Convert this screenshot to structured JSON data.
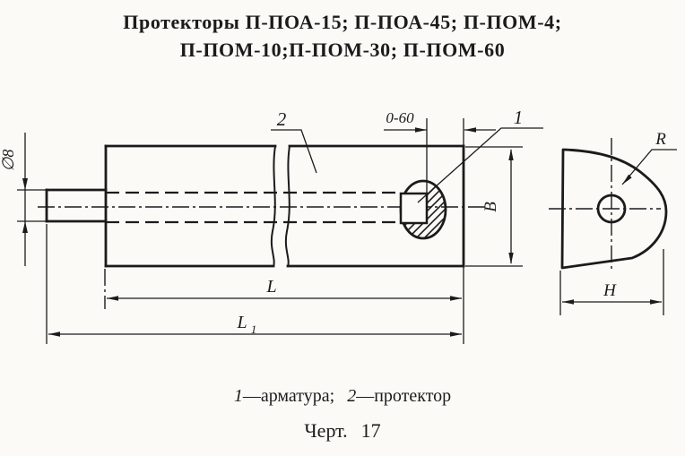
{
  "title": {
    "line1": "Протекторы П-ПОА-15; П-ПОА-45; П-ПОМ-4;",
    "line2": "П-ПОМ-10;П-ПОМ-30; П-ПОМ-60"
  },
  "drawing": {
    "labels": {
      "diameter": "∅8",
      "gap_range": "0-60",
      "callout_armature": "1",
      "callout_protector": "2",
      "width": "B",
      "length": "L",
      "length_total": "L",
      "length_total_sub": "1",
      "radius": "R",
      "height": "H"
    }
  },
  "caption": {
    "item1_num": "1",
    "item1_text": "—арматура;",
    "item2_num": "2",
    "item2_text": "—протектор"
  },
  "figure": {
    "label": "Черт.",
    "number": "17"
  },
  "colors": {
    "ink": "#1b1b1b",
    "paper": "#fbfaf6"
  }
}
